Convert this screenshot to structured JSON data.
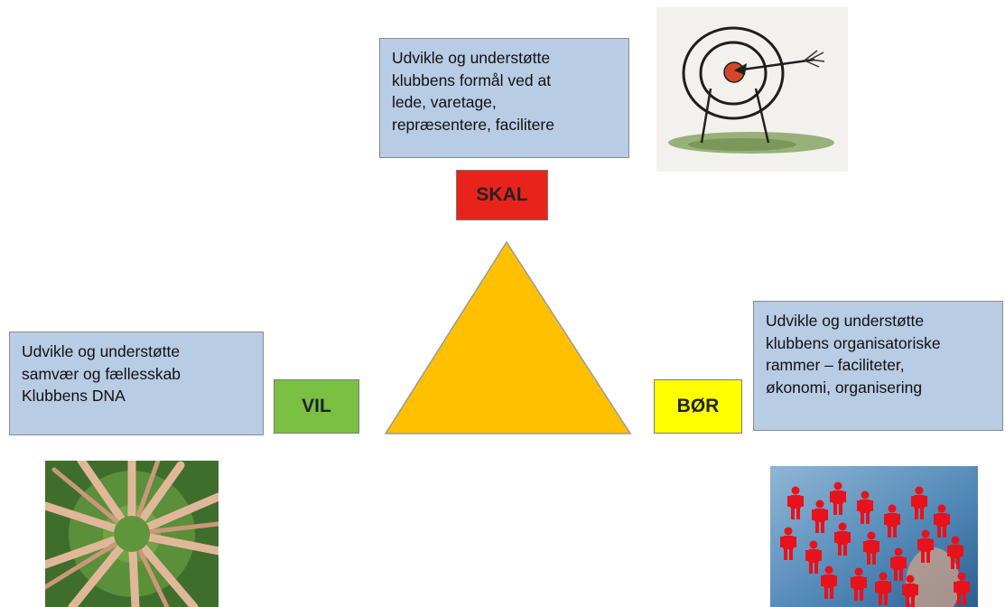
{
  "top_box": {
    "lines": [
      "Udvikle og understøtte",
      "klubbens formål ved at",
      "lede, varetage,",
      "repræsentere, facilitere"
    ]
  },
  "left_box": {
    "lines": [
      "Udvikle og understøtte",
      "samvær og fællesskab",
      "Klubbens DNA"
    ]
  },
  "right_box": {
    "lines": [
      "Udvikle og understøtte",
      "klubbens organisatoriske",
      "rammer – faciliteter,",
      "økonomi, organisering"
    ]
  },
  "tags": {
    "skal": "SKAL",
    "vil": "VIL",
    "bor": "BØR"
  },
  "colors": {
    "box_fill": "#b8cce4",
    "skal": "#e8231b",
    "vil": "#7ac143",
    "bor": "#ffff00",
    "triangle": "#ffc000"
  },
  "images": {
    "top_right": "target-with-arrow-illustration",
    "bottom_left": "circle-of-hands-on-grass-photo",
    "bottom_right": "red-people-network-photo"
  }
}
